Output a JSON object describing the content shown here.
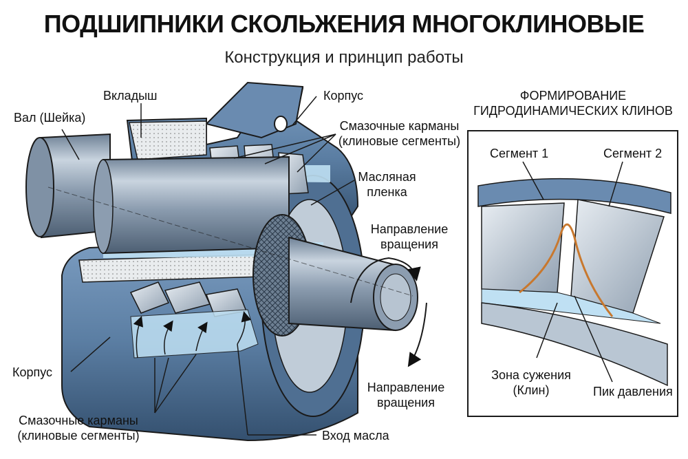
{
  "header": {
    "title": "ПОДШИПНИКИ СКОЛЬЖЕНИЯ МНОГОКЛИНОВЫЕ",
    "subtitle": "Конструкция и принцип работы"
  },
  "main_labels": {
    "shaft": "Вал (Шейка)",
    "liner": "Вкладыш",
    "housing_top": "Корпус",
    "pockets_top_line1": "Смазочные карманы",
    "pockets_top_line2": "(клиновые сегменты)",
    "oil_film_line1": "Масляная",
    "oil_film_line2": "пленка",
    "rotation_top_line1": "Направление",
    "rotation_top_line2": "вращения",
    "housing_bottom": "Корпус",
    "rotation_bottom_line1": "Направление",
    "rotation_bottom_line2": "вращения",
    "pockets_bottom_line1": "Смазочные карманы",
    "pockets_bottom_line2": "(клиновые сегменты)",
    "oil_inlet": "Вход масла"
  },
  "inset": {
    "title_line1": "ФОРМИРОВАНИЕ",
    "title_line2": "ГИДРОДИНАМИЧЕСКИХ КЛИНОВ",
    "segment1": "Сегмент 1",
    "segment2": "Сегмент 2",
    "narrowing_line1": "Зона сужения",
    "narrowing_line2": "(Клин)",
    "pressure_peak": "Пик давления"
  },
  "colors": {
    "housing_blue": "#5b7ea3",
    "housing_dark": "#3b5a7c",
    "shaft_gray": "#a9b7c6",
    "oil_light": "#bfe0f3",
    "pressure_curve": "#c8782e",
    "outline": "#1a1a1a"
  }
}
